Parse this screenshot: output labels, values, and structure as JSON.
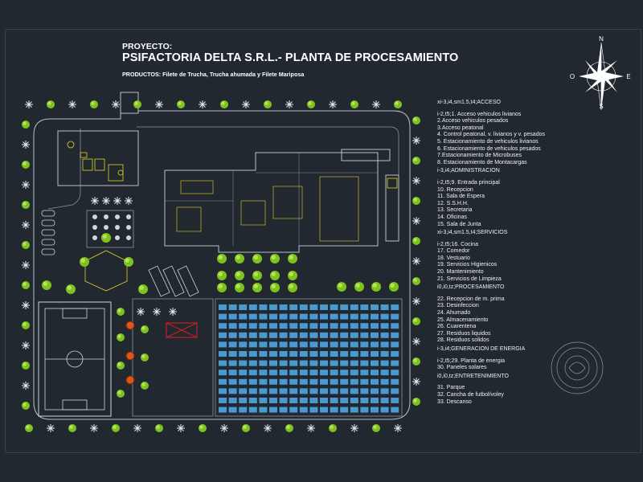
{
  "header": {
    "project_label": "PROYECTO:",
    "title": "PSIFACTORIA DELTA S.R.L.- PLANTA DE PROCESAMIENTO",
    "subtitle": "PRODUCTOS: Filete de Trucha, Trucha ahumada y Filete Mariposa"
  },
  "compass": {
    "n": "N",
    "s": "S",
    "e": "E",
    "o": "O"
  },
  "legend": [
    {
      "heading": "xi-3,i4,sm1.5,t4;ACCESO",
      "items": [
        "i-2,t5;1.  Acceso vehiculos livianos",
        "2.Acceso vehiculos pesados",
        "3.Acceso peatonal",
        "4.   Control peatonal, v. livianos y v. pesados",
        "5.   Estacionamiento de vehiculos livianos",
        "6.   Estacionamiento de vehiculos pesados",
        "7.Estacionamiento de Microbuses",
        "8.   Estacionamiento de Montacargas"
      ]
    },
    {
      "heading": "i-3,i4;ADMINISTRACION",
      "items": [
        "i-2,t5;9.   Entrada principal",
        "10.  Recepcion",
        "11.  Sala de Espera",
        "12.  S.S.H.H.",
        "13.  Secretaria",
        "14.  Oficinas",
        "15.  Sala de Junta"
      ]
    },
    {
      "heading": "xi-3,i4,sm1.5,t4;SERVICIOS",
      "items": [
        "i-2,t5;16. Cocina",
        "17.  Comedor",
        "18.  Vestuario",
        "19.  Servicios Higienicos",
        "20.  Mantenimiento",
        "21.  Servicios de Limpieza"
      ]
    },
    {
      "heading": "i0,i0,tz;PROCESAMIENTO",
      "items": [
        "22.  Recepcion de m. prima",
        "23.  Desinfeccion",
        "24.  Ahumado",
        "25.  Almacenamiento",
        "26.  Cuarentena",
        "27.  Residuos liquidos",
        "28.  Residuos solidos"
      ]
    },
    {
      "heading": "i-3,i4;GENERACION DE ENERGIA",
      "items": [
        "i-2,t5;29.  Planta de energia",
        "30. Paneles solares"
      ]
    },
    {
      "heading": "i0,i0,tz;ENTRETENIMIENTO",
      "items": [
        "31.  Parque",
        "32.  Cancha de futbol/voley",
        "33.  Descanso"
      ]
    }
  ],
  "colors": {
    "background": "#212830",
    "line": "#b8c2cc",
    "tree_green": "#7dc21e",
    "solar_blue": "#4a9ad0",
    "yellow": "#e3d22a",
    "red": "#c81e1e",
    "orange": "#e0541c"
  }
}
